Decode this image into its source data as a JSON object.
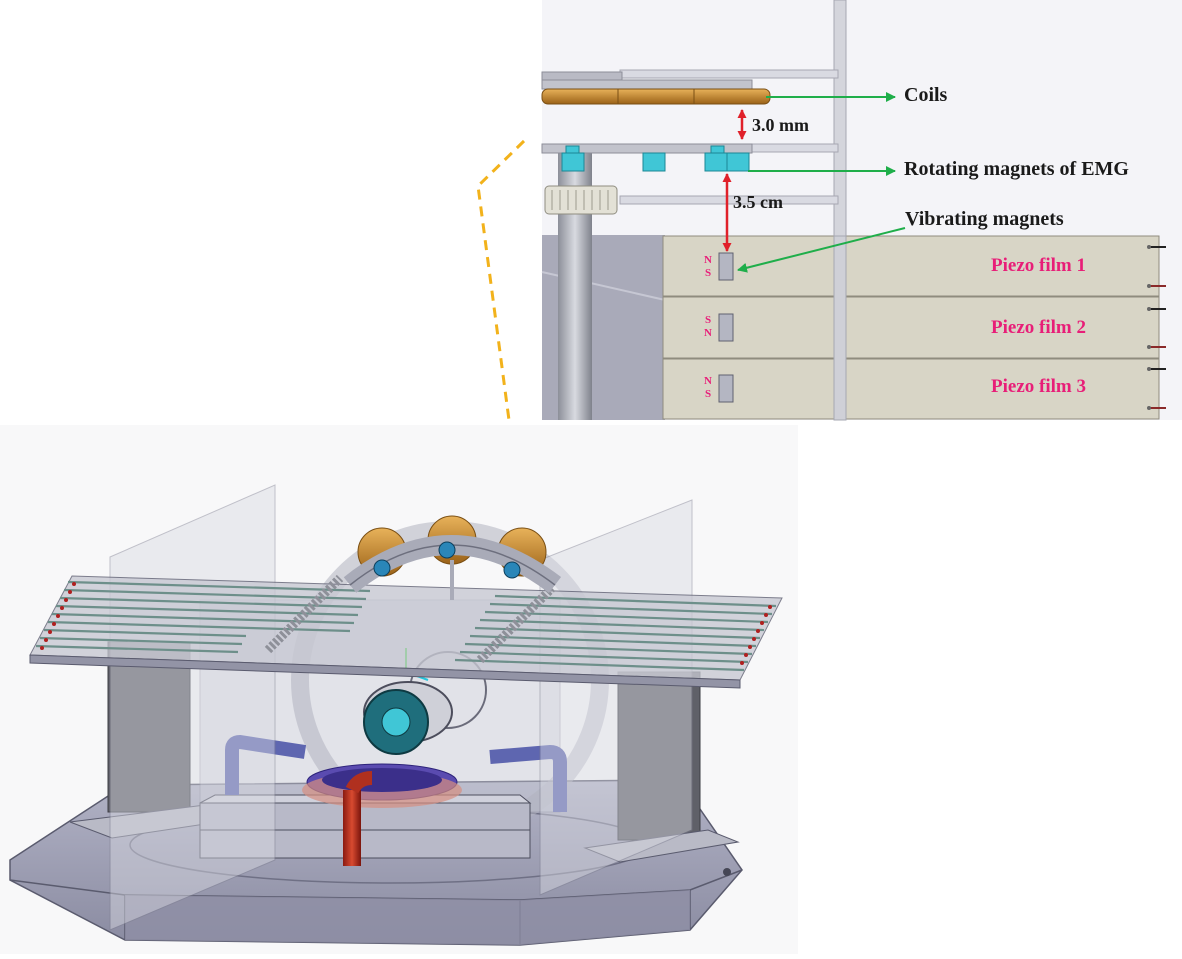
{
  "labels": {
    "coils": "Coils",
    "gap_coils": "3.0 mm",
    "rotating_magnets": "Rotating magnets of EMG",
    "gap_magnets": "3.5 cm",
    "vibrating_magnets": "Vibrating magnets"
  },
  "piezo_films": [
    {
      "label": "Piezo film 1",
      "pole_top": "N",
      "pole_bottom": "S"
    },
    {
      "label": "Piezo film 2",
      "pole_top": "S",
      "pole_bottom": "N"
    },
    {
      "label": "Piezo film 3",
      "pole_top": "N",
      "pole_bottom": "S"
    }
  ],
  "colors": {
    "pointer_arrow": "#1fae4a",
    "dimension_arrow": "#e0202a",
    "piezo_label": "#e81e78",
    "callout_line": "#f2b21b",
    "piezo_body": "#d8d5c6",
    "coil": "#c98a2a",
    "magnet": "#40c6d6",
    "frame": "#9fa0b3"
  }
}
